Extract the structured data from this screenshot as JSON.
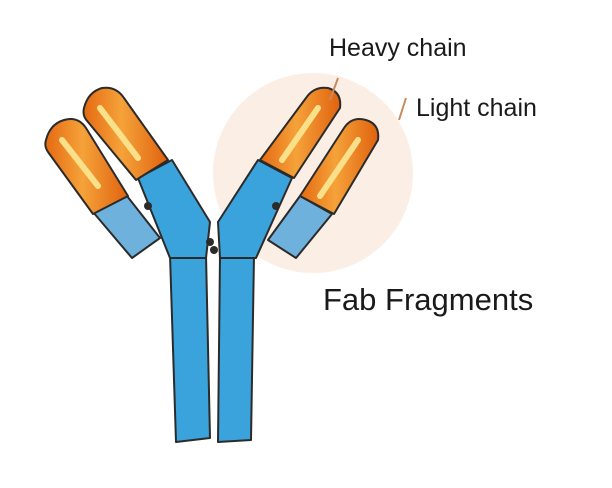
{
  "labels": {
    "heavy_chain": "Heavy chain",
    "light_chain": "Light chain",
    "fab_fragments": "Fab Fragments"
  },
  "colors": {
    "heavy_chain_blue": "#3ba3dc",
    "light_chain_blue": "#6fb1dd",
    "variable_orange": "#ee7c1e",
    "variable_highlight": "#fbe08a",
    "outline": "#2b2b2b",
    "fab_highlight": "#fbeee4",
    "pointer_line": "#c98a5e"
  }
}
